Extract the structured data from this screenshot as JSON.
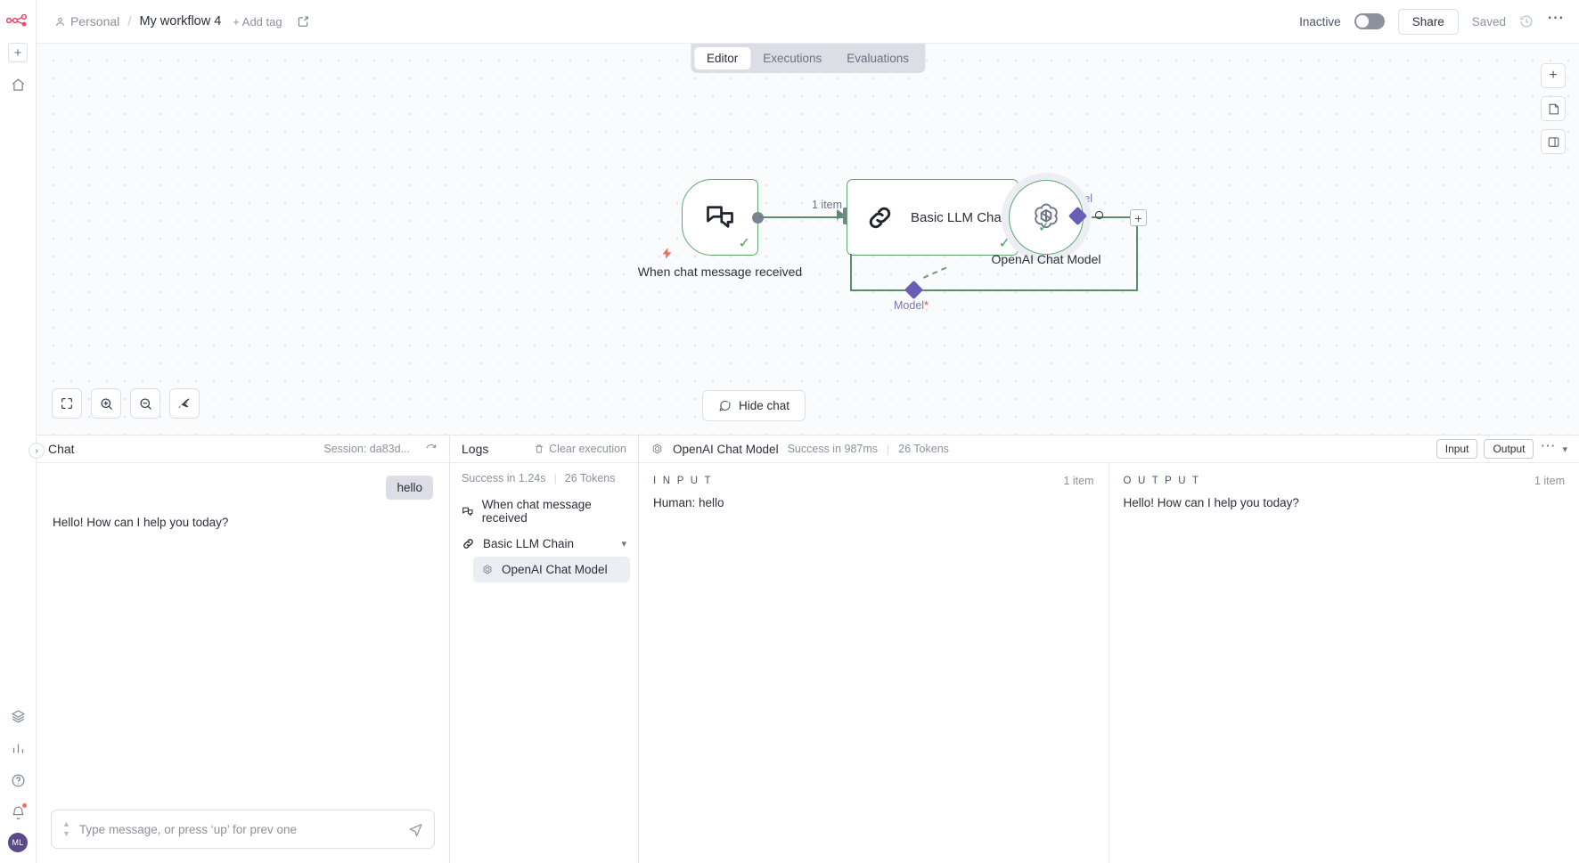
{
  "rail": {
    "logo_icon": "n8n-logo-icon",
    "add_button_label": "+",
    "items": [
      {
        "name": "home-icon",
        "label": "Home"
      },
      {
        "name": "templates-icon",
        "label": "Templates"
      },
      {
        "name": "insights-icon",
        "label": "Insights"
      },
      {
        "name": "help-icon",
        "label": "Help"
      },
      {
        "name": "notifications-icon",
        "label": "Notifications"
      }
    ],
    "avatar_initials": "ML"
  },
  "topbar": {
    "project": "Personal",
    "separator": "/",
    "workflow_name": "My workflow 4",
    "add_tag": "+ Add tag",
    "edit_icon": "edit-pencil-icon",
    "active_state_label": "Inactive",
    "share_label": "Share",
    "saved_label": "Saved",
    "history_icon": "history-clock-icon",
    "more_icon": "ellipsis-icon"
  },
  "tabs": [
    {
      "label": "Editor",
      "active": true
    },
    {
      "label": "Executions",
      "active": false
    },
    {
      "label": "Evaluations",
      "active": false
    }
  ],
  "canvas": {
    "right_controls": [
      {
        "name": "add-node-button",
        "glyph": "+"
      },
      {
        "name": "add-sticky-note-button",
        "glyph": "sticky-note-icon"
      },
      {
        "name": "toggle-side-panel-button",
        "glyph": "panel-icon"
      }
    ],
    "bottom_controls": [
      {
        "name": "zoom-to-fit-button",
        "glyph": "fit-screen-icon"
      },
      {
        "name": "zoom-in-button",
        "glyph": "zoom-in-icon"
      },
      {
        "name": "zoom-out-button",
        "glyph": "zoom-out-icon"
      },
      {
        "name": "tidy-up-button",
        "glyph": "broom-icon"
      }
    ],
    "hide_chat_label": "Hide chat",
    "connection_item_label": "1 item",
    "nodes": [
      {
        "id": "trigger",
        "label": "When chat message received",
        "icon": "chat-bubbles-icon",
        "status": "success"
      },
      {
        "id": "llm",
        "label": "Basic LLM Chain",
        "icon": "chain-link-icon",
        "status": "success"
      },
      {
        "id": "openai",
        "label": "OpenAI Chat Model",
        "icon": "openai-logo-icon",
        "status": "success"
      }
    ],
    "sub_connection_label": "Model",
    "sub_connection_required_mark": "*",
    "add_node_plus": "+"
  },
  "chat": {
    "title": "Chat",
    "session_label": "Session: da83d...",
    "refresh_icon": "refresh-icon",
    "collapse_icon": "chevron-right-icon",
    "messages": [
      {
        "role": "user",
        "text": "hello"
      },
      {
        "role": "bot",
        "text": "Hello! How can I help you today?"
      }
    ],
    "input_placeholder": "Type message, or press ‘up’ for prev one",
    "input_value": "",
    "send_icon": "send-icon"
  },
  "logs": {
    "title": "Logs",
    "clear_label": "Clear execution",
    "clear_icon": "trash-icon",
    "summary_status": "Success in 1.24s",
    "summary_divider": "|",
    "summary_tokens": "26 Tokens",
    "items": [
      {
        "label": "When chat message received",
        "icon": "chat-bubbles-icon",
        "indent": false,
        "selected": false,
        "chevron": ""
      },
      {
        "label": "Basic LLM Chain",
        "icon": "chain-link-icon",
        "indent": false,
        "selected": false,
        "chevron": "chevron-down-icon"
      },
      {
        "label": "OpenAI Chat Model",
        "icon": "openai-logo-icon",
        "indent": true,
        "selected": true,
        "chevron": ""
      }
    ]
  },
  "detail": {
    "node_icon": "openai-logo-icon",
    "node_title": "OpenAI Chat Model",
    "status": "Success in 987ms",
    "divider": "|",
    "tokens": "26 Tokens",
    "input_button": "Input",
    "output_button": "Output",
    "more_icon": "ellipsis-icon",
    "collapse_icon": "chevron-down-icon",
    "input": {
      "label": "I N P U T",
      "count": "1 item",
      "text": "Human: hello"
    },
    "output": {
      "label": "O U T P U T",
      "count": "1 item",
      "text": "Hello! How can I help you today?"
    }
  },
  "colors": {
    "success_green": "#5fa770",
    "accent_purple": "#6a5db5",
    "brand_red": "#ea4b71",
    "trigger_bolt": "#ef6e5c"
  }
}
